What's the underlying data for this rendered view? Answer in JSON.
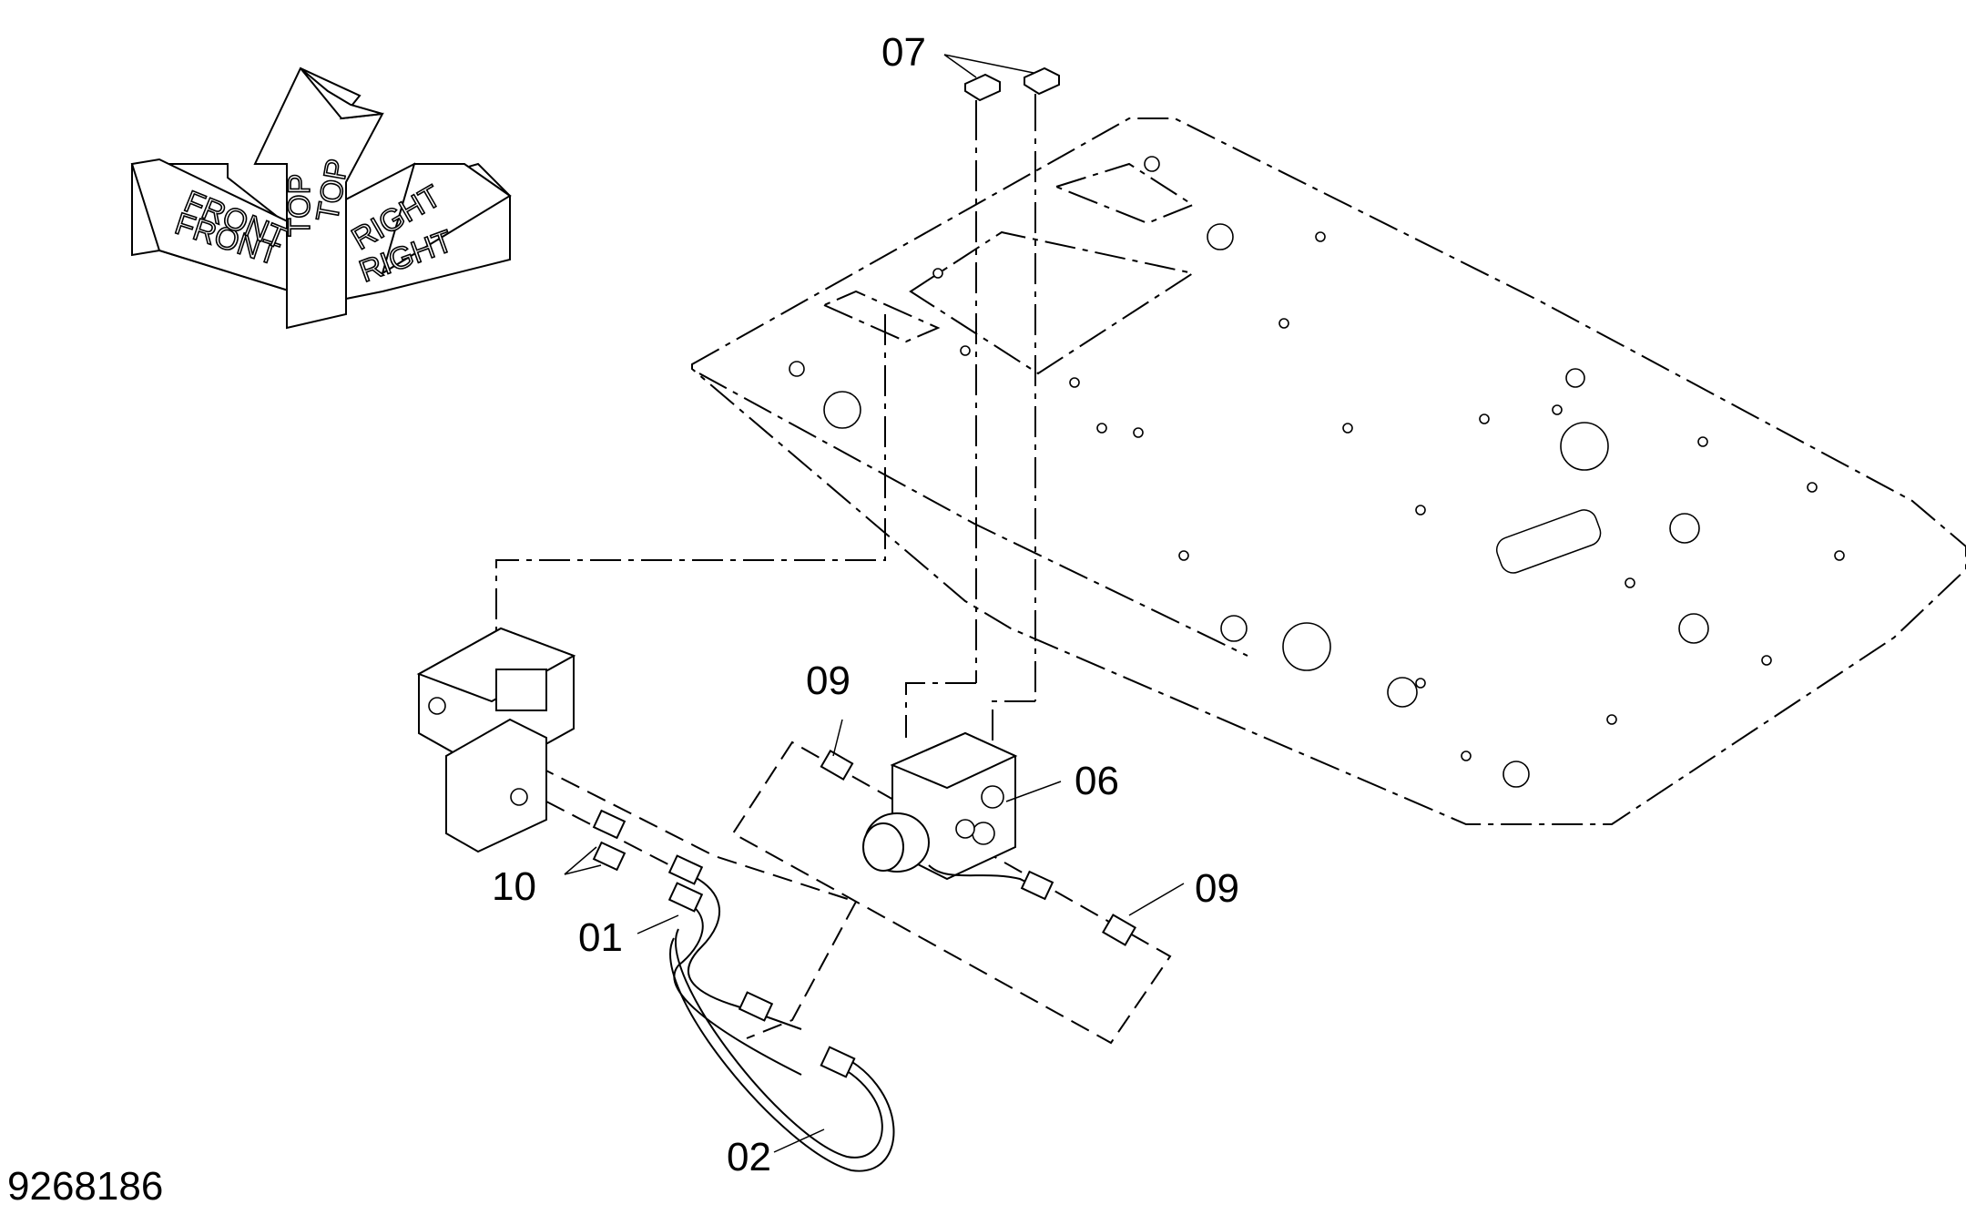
{
  "orientation": {
    "front_label": "FRONT",
    "top_label": "TOP",
    "right_label": "RIGHT"
  },
  "callouts": {
    "c01": "01",
    "c02": "02",
    "c06": "06",
    "c07": "07",
    "c09a": "09",
    "c09b": "09",
    "c10": "10"
  },
  "drawing_number": "9268186"
}
